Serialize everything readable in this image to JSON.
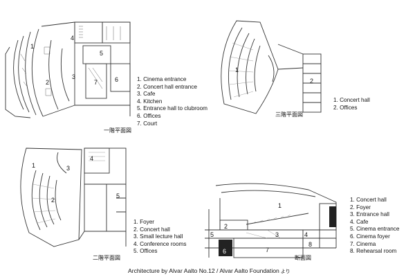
{
  "plans": {
    "first_floor": {
      "caption": "一階平面図",
      "legend": [
        "1. Cinema entrance",
        "2. Concert hall entrance",
        "3. Cafe",
        "4. Kitchen",
        "5. Entrance hall to clubroom",
        "6. Offices",
        "7. Court"
      ],
      "numbers": [
        "1",
        "2",
        "3",
        "4",
        "5",
        "6",
        "7"
      ]
    },
    "third_floor": {
      "caption": "三階平面図",
      "legend": [
        "1. Concert hall",
        "2. Offices"
      ],
      "numbers": [
        "1",
        "2"
      ]
    },
    "second_floor": {
      "caption": "二階平面図",
      "legend": [
        "1. Foyer",
        "2. Concert hall",
        "3. Small lecture hall",
        "4. Conference rooms",
        "5. Offices"
      ],
      "numbers": [
        "1",
        "2",
        "3",
        "4",
        "5"
      ]
    },
    "section": {
      "caption": "断面図",
      "legend": [
        "1. Concert hall",
        "2. Foyer",
        "3. Entrance hall",
        "4. Cafe",
        "5. Cinema entrance",
        "6. Cinema foyer",
        "7. Cinema",
        "8. Rehearsal room"
      ],
      "numbers": [
        "1",
        "2",
        "3",
        "4",
        "5",
        "6",
        "7",
        "8"
      ]
    }
  },
  "credit": {
    "text": "Architecture by Alvar Aalto No.12 / Alvar Aalto Foundation",
    "suffix": "より"
  }
}
